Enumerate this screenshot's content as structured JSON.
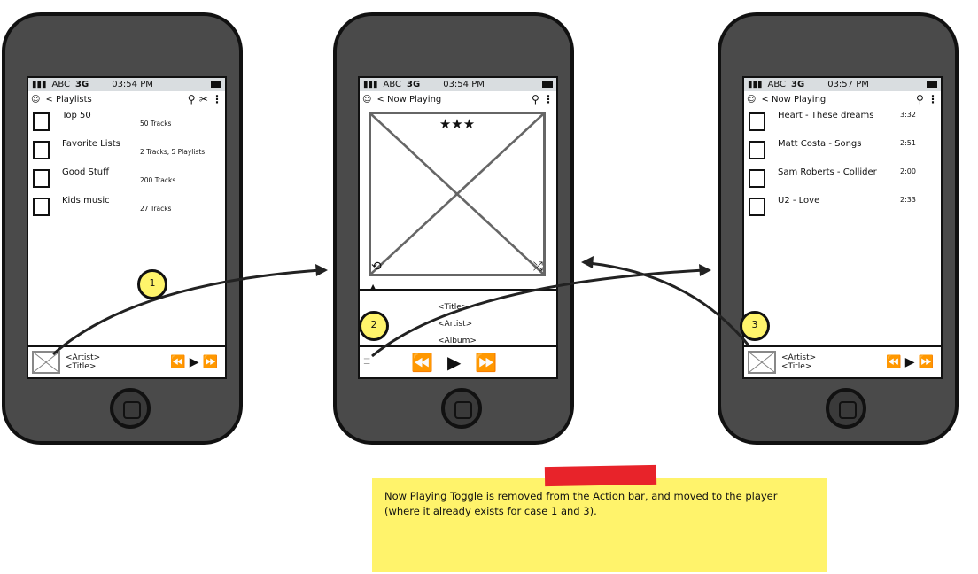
{
  "status": {
    "carrier": "ABC",
    "network": "3G"
  },
  "phone1": {
    "time": "03:54 PM",
    "back": "< Playlists",
    "items": [
      {
        "name": "Top 50",
        "sub": "50 Tracks"
      },
      {
        "name": "Favorite Lists",
        "sub": "2 Tracks, 5 Playlists"
      },
      {
        "name": "Good Stuff",
        "sub": "200 Tracks"
      },
      {
        "name": "Kids music",
        "sub": "27 Tracks"
      }
    ],
    "mini": {
      "artist": "<Artist>",
      "title": "<Title>"
    },
    "callout": "1"
  },
  "phone2": {
    "time": "03:54 PM",
    "back": "< Now Playing",
    "rating": "★★★",
    "title": "<Title>",
    "artist": "<Artist>",
    "album": "<Album>",
    "callout": "2"
  },
  "phone3": {
    "time": "03:57 PM",
    "back": "< Now Playing",
    "items": [
      {
        "name": "Heart - These dreams",
        "dur": "3:32"
      },
      {
        "name": "Matt Costa - Songs",
        "dur": "2:51"
      },
      {
        "name": "Sam Roberts - Collider",
        "dur": "2:00"
      },
      {
        "name": "U2 - Love",
        "dur": "2:33"
      }
    ],
    "mini": {
      "artist": "<Artist>",
      "title": "<Title>"
    },
    "callout": "3"
  },
  "controls": {
    "prev": "⏪",
    "play": "▶",
    "next": "⏩"
  },
  "note": "Now Playing Toggle is removed from the Action bar, and moved to the player (where it already exists for case 1 and 3)."
}
